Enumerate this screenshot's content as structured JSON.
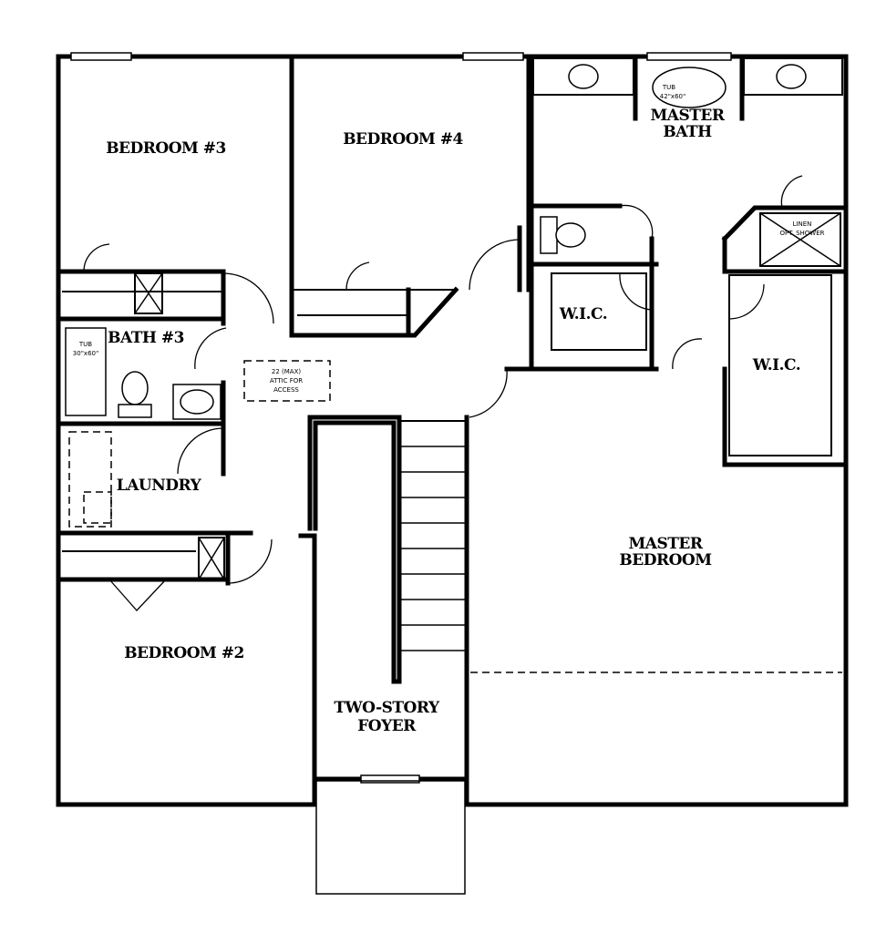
{
  "rooms": {
    "bedroom3": "BEDROOM #3",
    "bedroom4": "BEDROOM #4",
    "master_bath_line1": "MASTER",
    "master_bath_line2": "BATH",
    "bath3": "BATH #3",
    "laundry": "LAUNDRY",
    "wic_center": "W.I.C.",
    "wic_right": "W.I.C.",
    "master_bedroom_line1": "MASTER",
    "master_bedroom_line2": "BEDROOM",
    "bedroom2": "BEDROOM #2",
    "foyer_line1": "TWO-STORY",
    "foyer_line2": "FOYER"
  },
  "annotations": {
    "attic_line1": "22 (MAX)",
    "attic_line2": "ATTIC FOR",
    "attic_line3": "ACCESS",
    "tub_master_line1": "TUB",
    "tub_master_line2": "42\"x60\"",
    "tub_bath3_line1": "TUB",
    "tub_bath3_line2": "30\"x60\"",
    "linen_line1": "LINEN",
    "linen_line2": "OPT. SHOWER"
  }
}
